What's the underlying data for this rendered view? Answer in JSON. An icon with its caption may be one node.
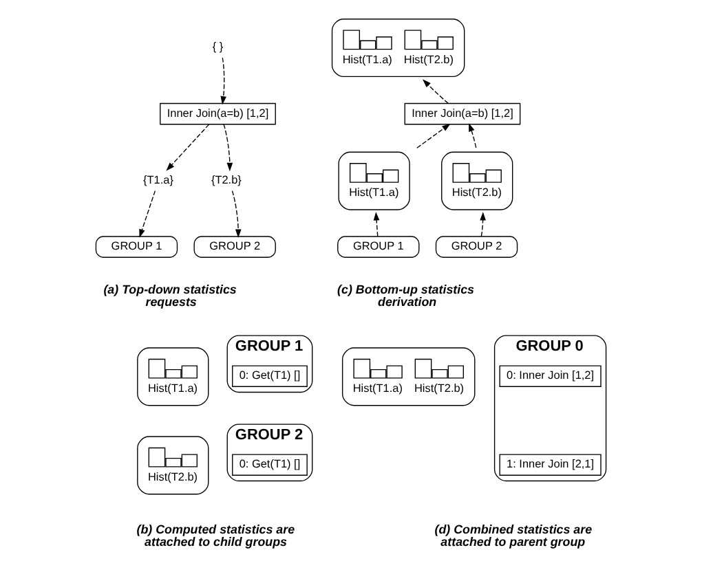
{
  "diagram": {
    "nodes": [
      {
        "text": [
          "{ }"
        ]
      },
      {
        "text": [
          "Inner Join(a=b) [1,2]"
        ]
      },
      {
        "text": [
          "{T1.a}"
        ]
      },
      {
        "text": [
          "{T2.b}"
        ]
      },
      {
        "text": [
          "GROUP 1"
        ]
      },
      {
        "text": [
          "GROUP 2"
        ]
      },
      {
        "text": [
          "Hist(T1.a)",
          "Hist(T2.b)"
        ]
      },
      {
        "text": [
          "Inner Join(a=b) [1,2]"
        ]
      },
      {
        "text": [
          "Hist(T1.a)"
        ]
      },
      {
        "text": [
          "Hist(T2.b)"
        ]
      },
      {
        "text": [
          "GROUP 1"
        ]
      },
      {
        "text": [
          "GROUP 2"
        ]
      },
      {
        "text": [
          "Hist(T1.a)"
        ]
      },
      {
        "text": [
          "GROUP 1"
        ]
      },
      {
        "text": [
          "0: Get(T1) []"
        ],
        "in": 13
      },
      {
        "text": [
          "Hist(T2.b)"
        ]
      },
      {
        "text": [
          "GROUP 2"
        ]
      },
      {
        "text": [
          "0: Get(T1) []"
        ],
        "in": 16
      },
      {
        "text": [
          "Hist(T1.a)",
          "Hist(T2.b)"
        ]
      },
      {
        "text": [
          "GROUP 0"
        ]
      },
      {
        "text": [
          "0: Inner Join [1,2]"
        ],
        "in": 19
      },
      {
        "text": [
          "1: Inner Join [2,1]"
        ],
        "in": 19
      }
    ],
    "edges": [
      {
        "from": 0,
        "to": 1,
        "arrow": "to",
        "style": "dashed"
      },
      {
        "from": 1,
        "to": 2,
        "arrow": "to",
        "style": "dashed"
      },
      {
        "from": 1,
        "to": 3,
        "arrow": "to",
        "style": "dashed"
      },
      {
        "from": 2,
        "to": 4,
        "arrow": "to",
        "style": "dashed"
      },
      {
        "from": 3,
        "to": 5,
        "arrow": "to",
        "style": "dashed"
      },
      {
        "from": 7,
        "to": 6,
        "arrow": "to",
        "style": "dashed"
      },
      {
        "from": 8,
        "to": 7,
        "arrow": "to",
        "style": "dashed"
      },
      {
        "from": 9,
        "to": 7,
        "arrow": "to",
        "style": "dashed"
      },
      {
        "from": 10,
        "to": 8,
        "arrow": "to",
        "style": "dashed"
      },
      {
        "from": 11,
        "to": 9,
        "arrow": "to",
        "style": "dashed"
      }
    ],
    "labels": [
      "(a) Top-down statistics requests",
      "(c) Bottom-up statistics derivation",
      "(b) Computed statistics are attached to child groups",
      "(d) Combined statistics are attached to parent group"
    ]
  }
}
